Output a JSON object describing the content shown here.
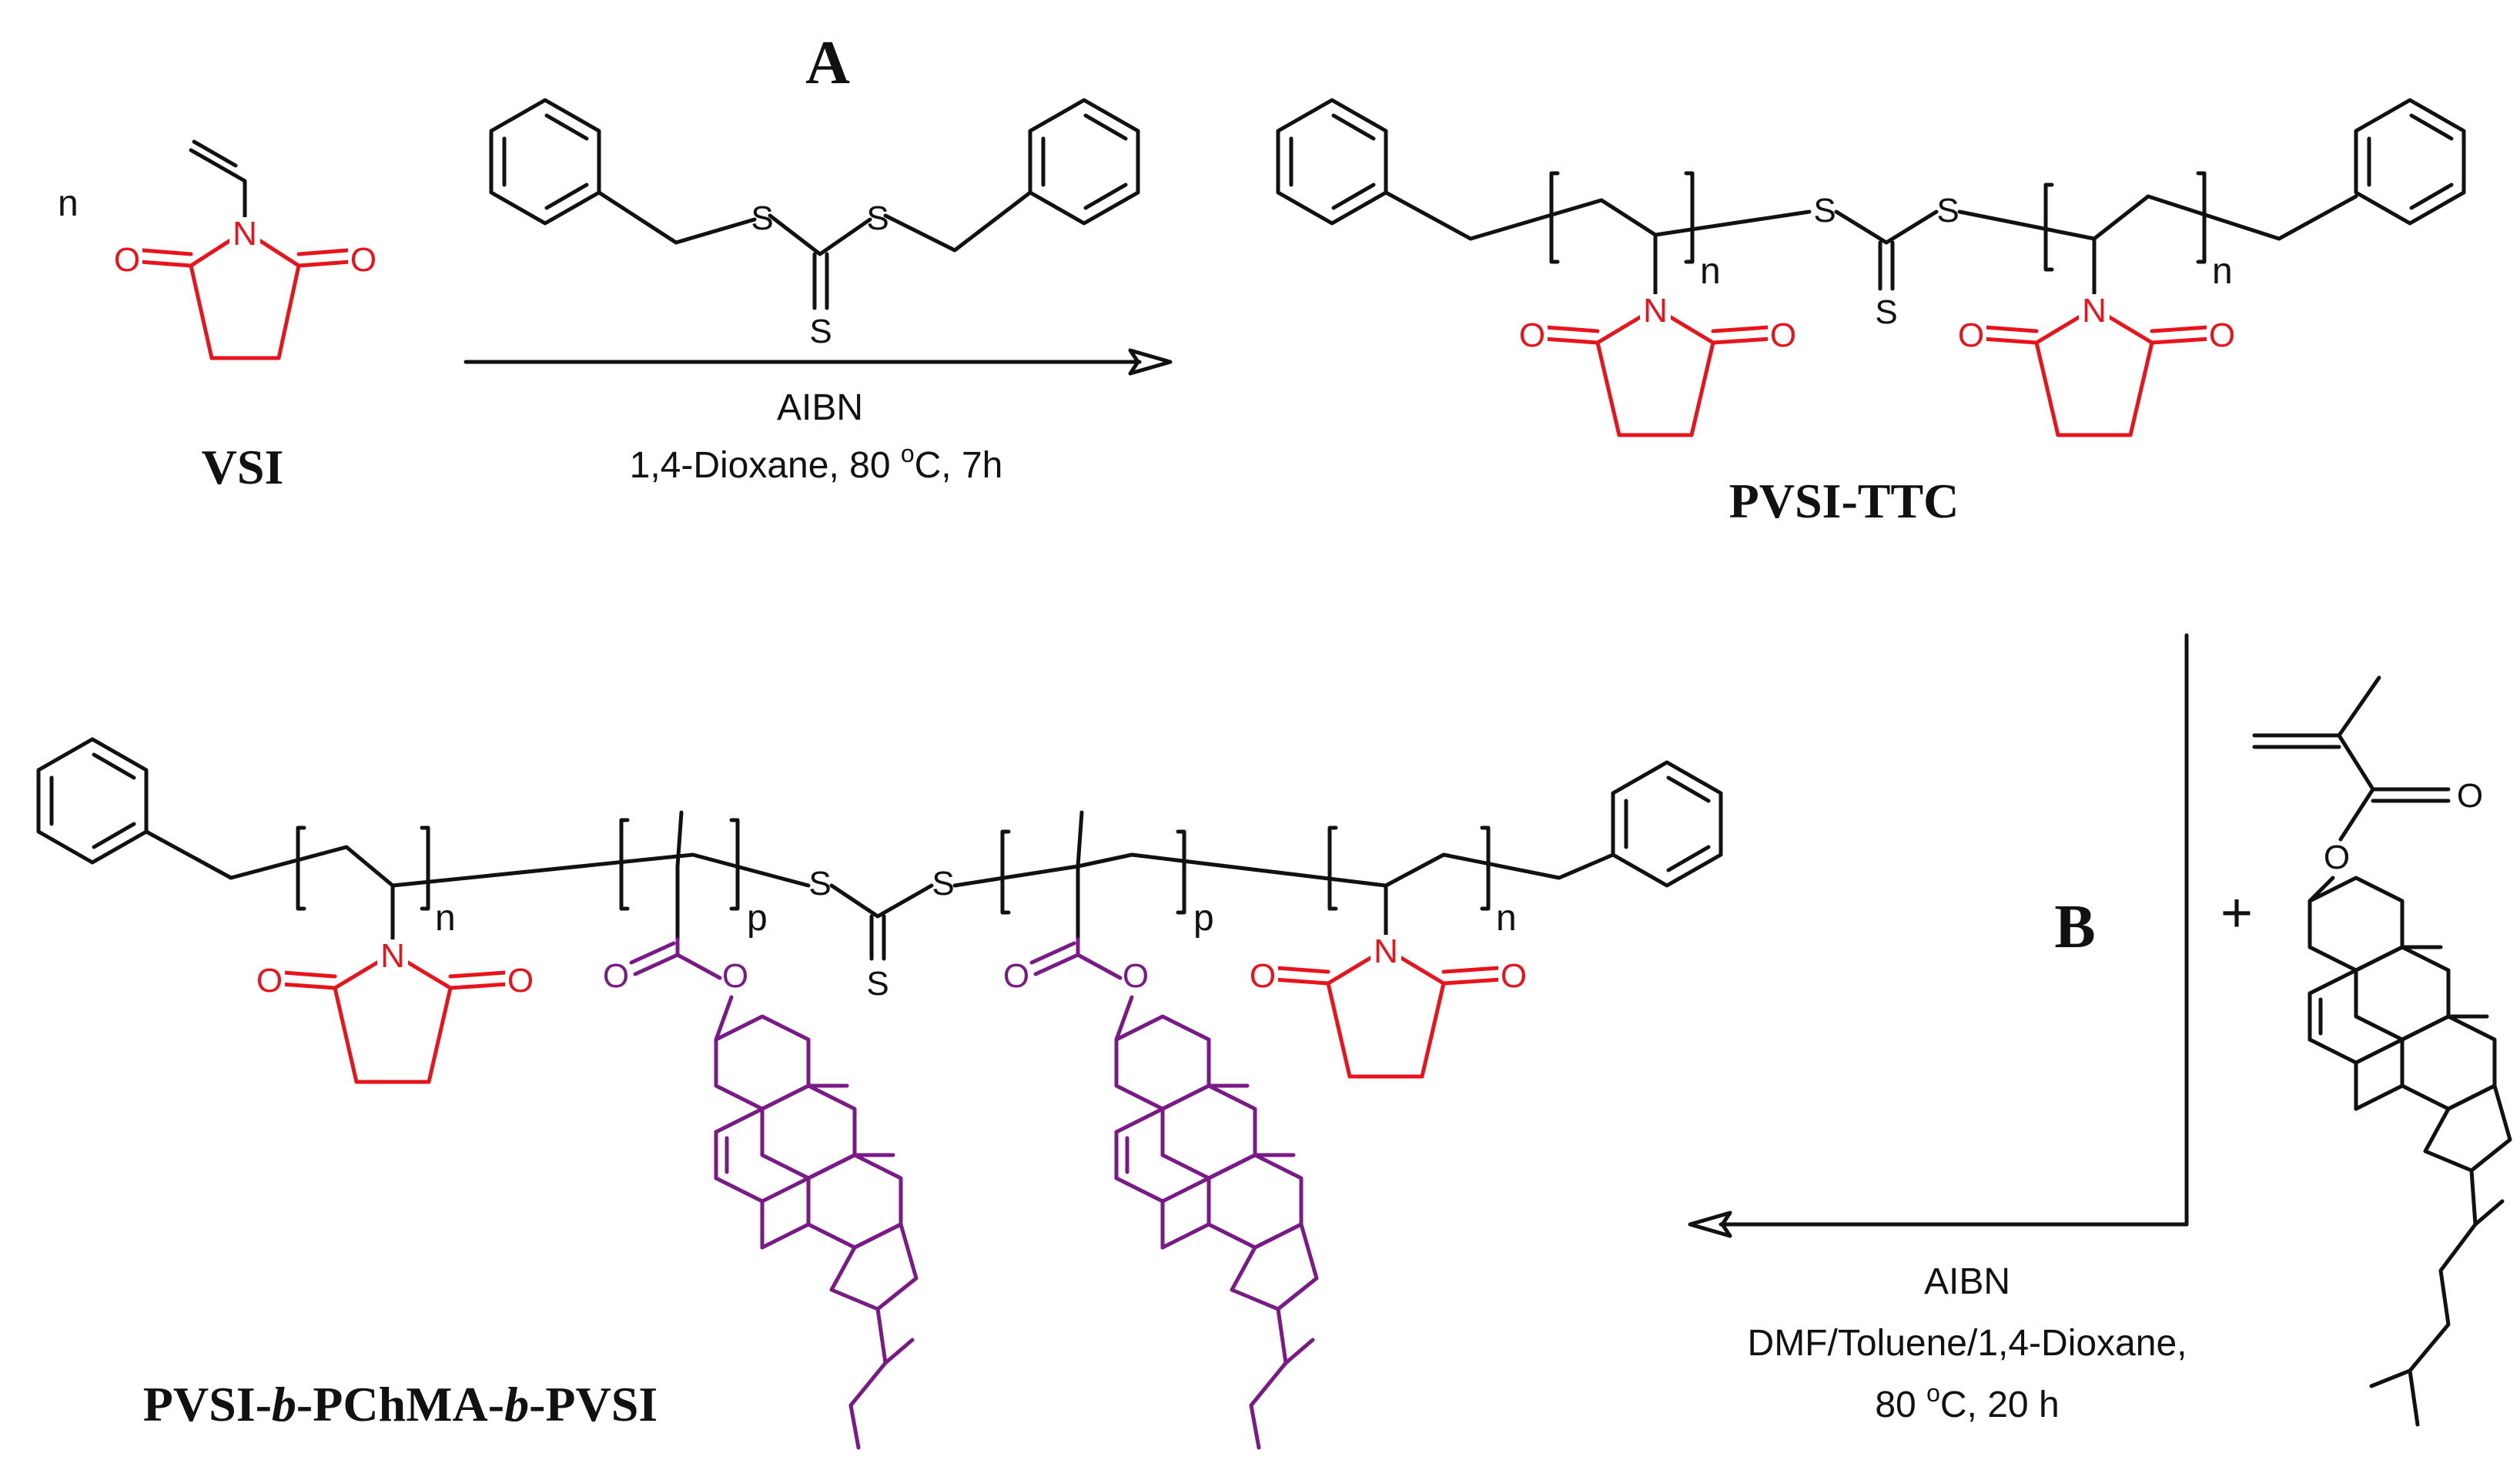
{
  "step_a": {
    "label": "A",
    "reagent": "AIBN",
    "conditions_prefix": "1,4-Dioxane, 80 ",
    "conditions_unit": "C, 7h",
    "degree": "o"
  },
  "step_b": {
    "label": "B",
    "reagent": "AIBN",
    "solvent": "DMF/Toluene/1,4-Dioxane,",
    "conditions_prefix": "80 ",
    "conditions_unit": "C, 20 h",
    "degree": "o",
    "plus": "+"
  },
  "monomer": {
    "name": "VSI",
    "stoich": "n"
  },
  "intermediate": {
    "name": "PVSI-TTC"
  },
  "product": {
    "name_p1": "PVSI-",
    "name_i1": "b",
    "name_p2": "-PChMA-",
    "name_i2": "b",
    "name_p3": "-PVSI"
  },
  "atoms": {
    "n": "N",
    "o": "O",
    "s": "S"
  },
  "subscripts": {
    "n": "n",
    "p": "p"
  },
  "colors": {
    "bond": "#111111",
    "succinimide": "#e8141c",
    "cholesteryl": "#7a1a86"
  }
}
